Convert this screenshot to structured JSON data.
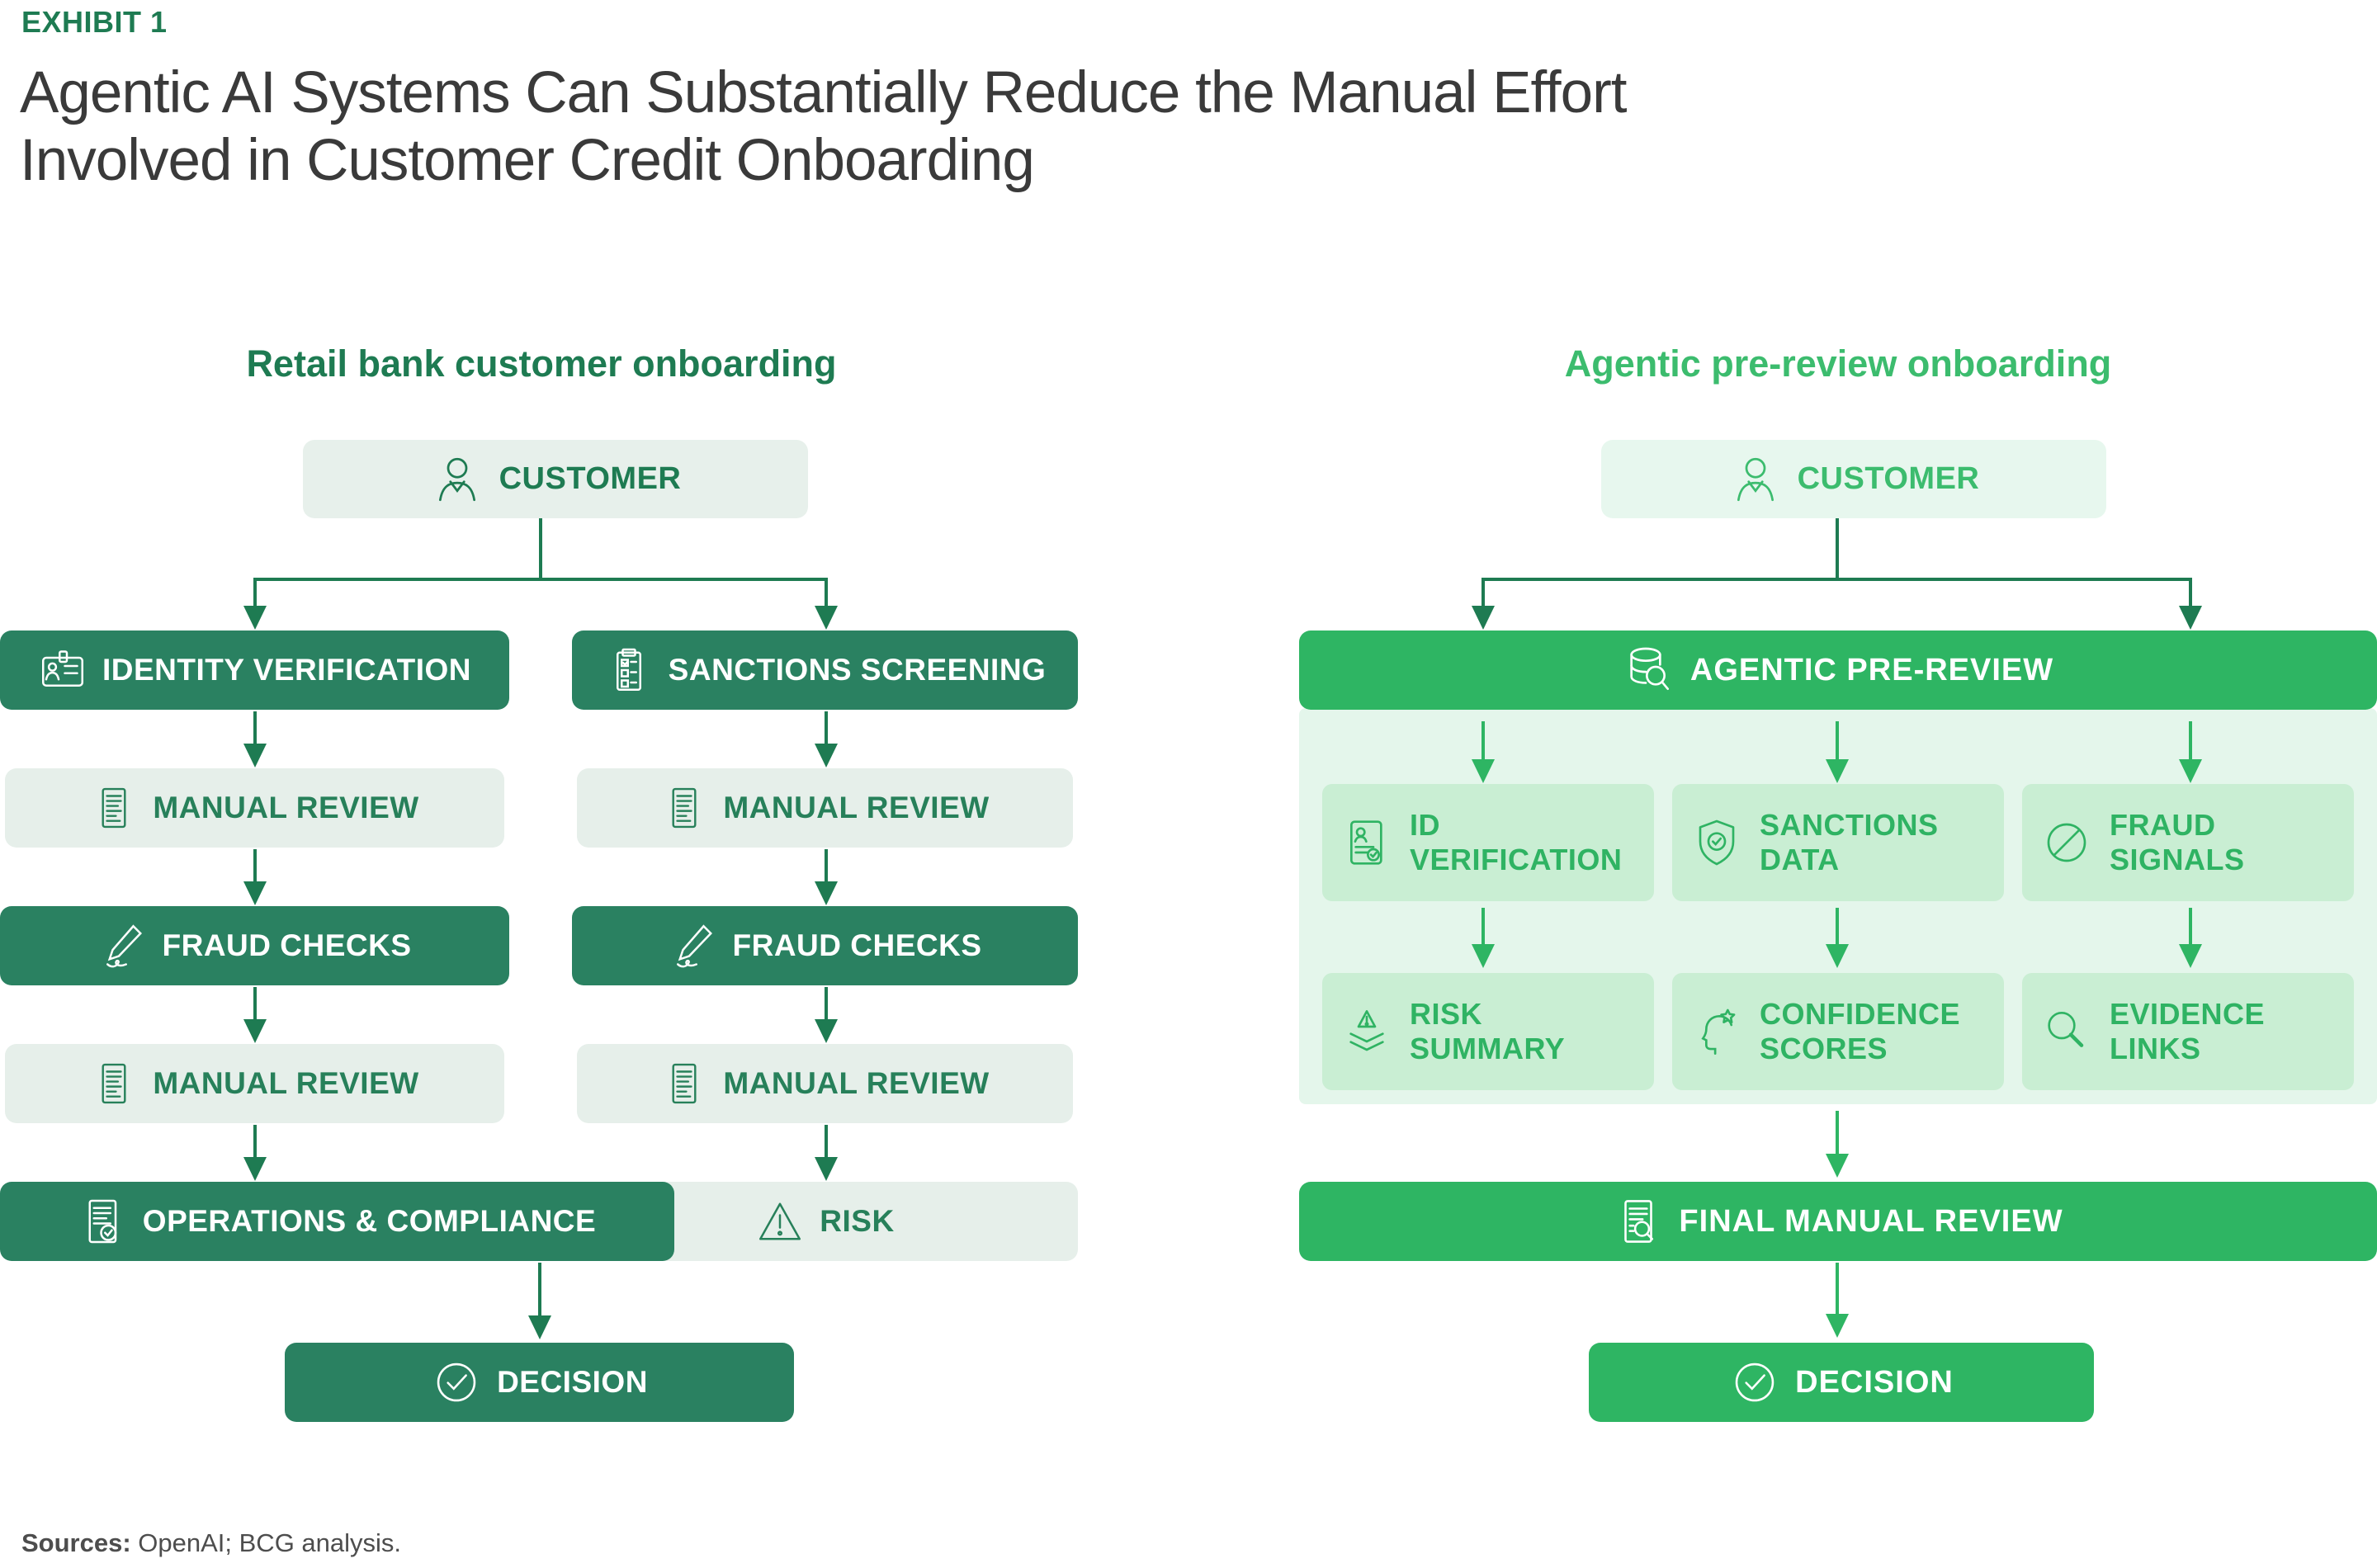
{
  "exhibit": "EXHIBIT 1",
  "title": {
    "line1": "Agentic AI Systems Can Substantially Reduce the Manual Effort",
    "line2": "Involved in Customer Credit Onboarding"
  },
  "footer": {
    "label": "Sources:",
    "text": " OpenAI; BCG analysis."
  },
  "colors": {
    "deep_green": "#1E7B52",
    "dark_box_green": "#2A8161",
    "bright_green": "#2EB563",
    "light_grey_green": "#E6EFEA",
    "pale_green_panel": "#E4F6EB",
    "mint_cell": "#C9EED3",
    "title_grey": "#3A3A3A"
  },
  "left": {
    "header": "Retail bank customer onboarding",
    "customer": {
      "label": "CUSTOMER",
      "icon": "person-icon"
    },
    "col1": [
      {
        "label": "IDENTITY VERIFICATION",
        "icon": "id-badge-icon"
      },
      {
        "label": "MANUAL REVIEW",
        "icon": "document-lines-icon"
      },
      {
        "label": "FRAUD CHECKS",
        "icon": "signature-pen-icon"
      },
      {
        "label": "MANUAL REVIEW",
        "icon": "document-lines-icon"
      },
      {
        "label": "OPERATIONS & COMPLIANCE",
        "icon": "document-check-icon"
      }
    ],
    "col2": [
      {
        "label": "SANCTIONS SCREENING",
        "icon": "clipboard-list-icon"
      },
      {
        "label": "MANUAL REVIEW",
        "icon": "document-lines-icon"
      },
      {
        "label": "FRAUD CHECKS",
        "icon": "signature-pen-icon"
      },
      {
        "label": "MANUAL REVIEW",
        "icon": "document-lines-icon"
      },
      {
        "label": "RISK",
        "icon": "warning-triangle-icon"
      }
    ],
    "decision": {
      "label": "DECISION",
      "icon": "check-circle-icon"
    }
  },
  "right": {
    "header": "Agentic pre-review onboarding",
    "customer": {
      "label": "CUSTOMER",
      "icon": "person-icon"
    },
    "prereview": {
      "label": "AGENTIC PRE-REVIEW",
      "icon": "database-search-icon"
    },
    "row1": [
      {
        "label": "ID VERIFICATION",
        "icon": "id-card-check-icon"
      },
      {
        "label": "SANCTIONS DATA",
        "icon": "shield-check-icon"
      },
      {
        "label": "FRAUD SIGNALS",
        "icon": "no-entry-icon"
      }
    ],
    "row2": [
      {
        "label": "RISK SUMMARY",
        "icon": "layers-alert-icon"
      },
      {
        "label": "CONFIDENCE SCORES",
        "icon": "head-star-icon"
      },
      {
        "label": "EVIDENCE LINKS",
        "icon": "magnifier-icon"
      }
    ],
    "final": {
      "label": "FINAL MANUAL REVIEW",
      "icon": "document-search-icon"
    },
    "decision": {
      "label": "DECISION",
      "icon": "check-circle-icon"
    }
  }
}
